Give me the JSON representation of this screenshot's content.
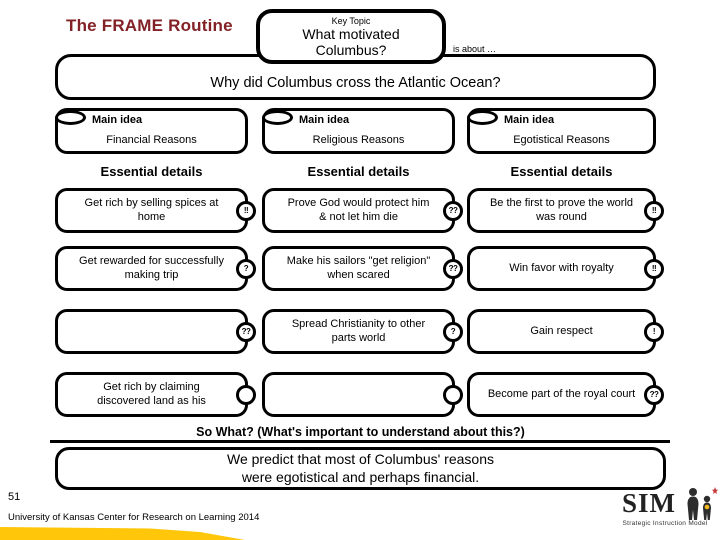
{
  "colors": {
    "title_text": "#822126",
    "border_black": "#000000",
    "accent_gold": "#ffc60a",
    "logo_star_red": "#c43a3a",
    "logo_figure_dark": "#2d2d2d"
  },
  "slide": {
    "title": "The FRAME Routine",
    "key_topic": {
      "label": "Key Topic",
      "value": "What motivated Columbus?"
    },
    "is_about": "is about …",
    "question": "Why did Columbus cross the Atlantic Ocean?",
    "columns": [
      {
        "main_idea_label": "Main idea",
        "main_idea": "Financial Reasons",
        "details_header": "Essential details",
        "details": [
          {
            "text": "Get rich by selling spices at home",
            "marker": "!!"
          },
          {
            "text": "Get rewarded for successfully making trip",
            "marker": "?"
          },
          {
            "text": "",
            "marker": "??"
          },
          {
            "text": "Get rich by claiming discovered land as his",
            "marker": ""
          }
        ]
      },
      {
        "main_idea_label": "Main idea",
        "main_idea": "Religious Reasons",
        "details_header": "Essential details",
        "details": [
          {
            "text": "Prove God would protect him & not let him die",
            "marker": "??"
          },
          {
            "text": "Make his sailors \"get religion\" when scared",
            "marker": "??"
          },
          {
            "text": "Spread Christianity to other parts world",
            "marker": "?"
          },
          {
            "text": "",
            "marker": ""
          }
        ]
      },
      {
        "main_idea_label": "Main idea",
        "main_idea": "Egotistical Reasons",
        "details_header": "Essential details",
        "details": [
          {
            "text": "Be the first to prove the world was round",
            "marker": "!!"
          },
          {
            "text": "Win favor with royalty",
            "marker": "!!"
          },
          {
            "text": "Gain respect",
            "marker": "!"
          },
          {
            "text": "Become part of the royal court",
            "marker": "??"
          }
        ]
      }
    ],
    "so_what": "So What? (What's important to understand about this?)",
    "prediction": "We predict that most of Columbus' reasons were egotistical and perhaps financial.",
    "page_number": "51",
    "footer_credit": "University of Kansas Center for Research on Learning 2014",
    "logo": {
      "wordmark": "SIM",
      "tagline": "Strategic Instruction Model"
    }
  }
}
